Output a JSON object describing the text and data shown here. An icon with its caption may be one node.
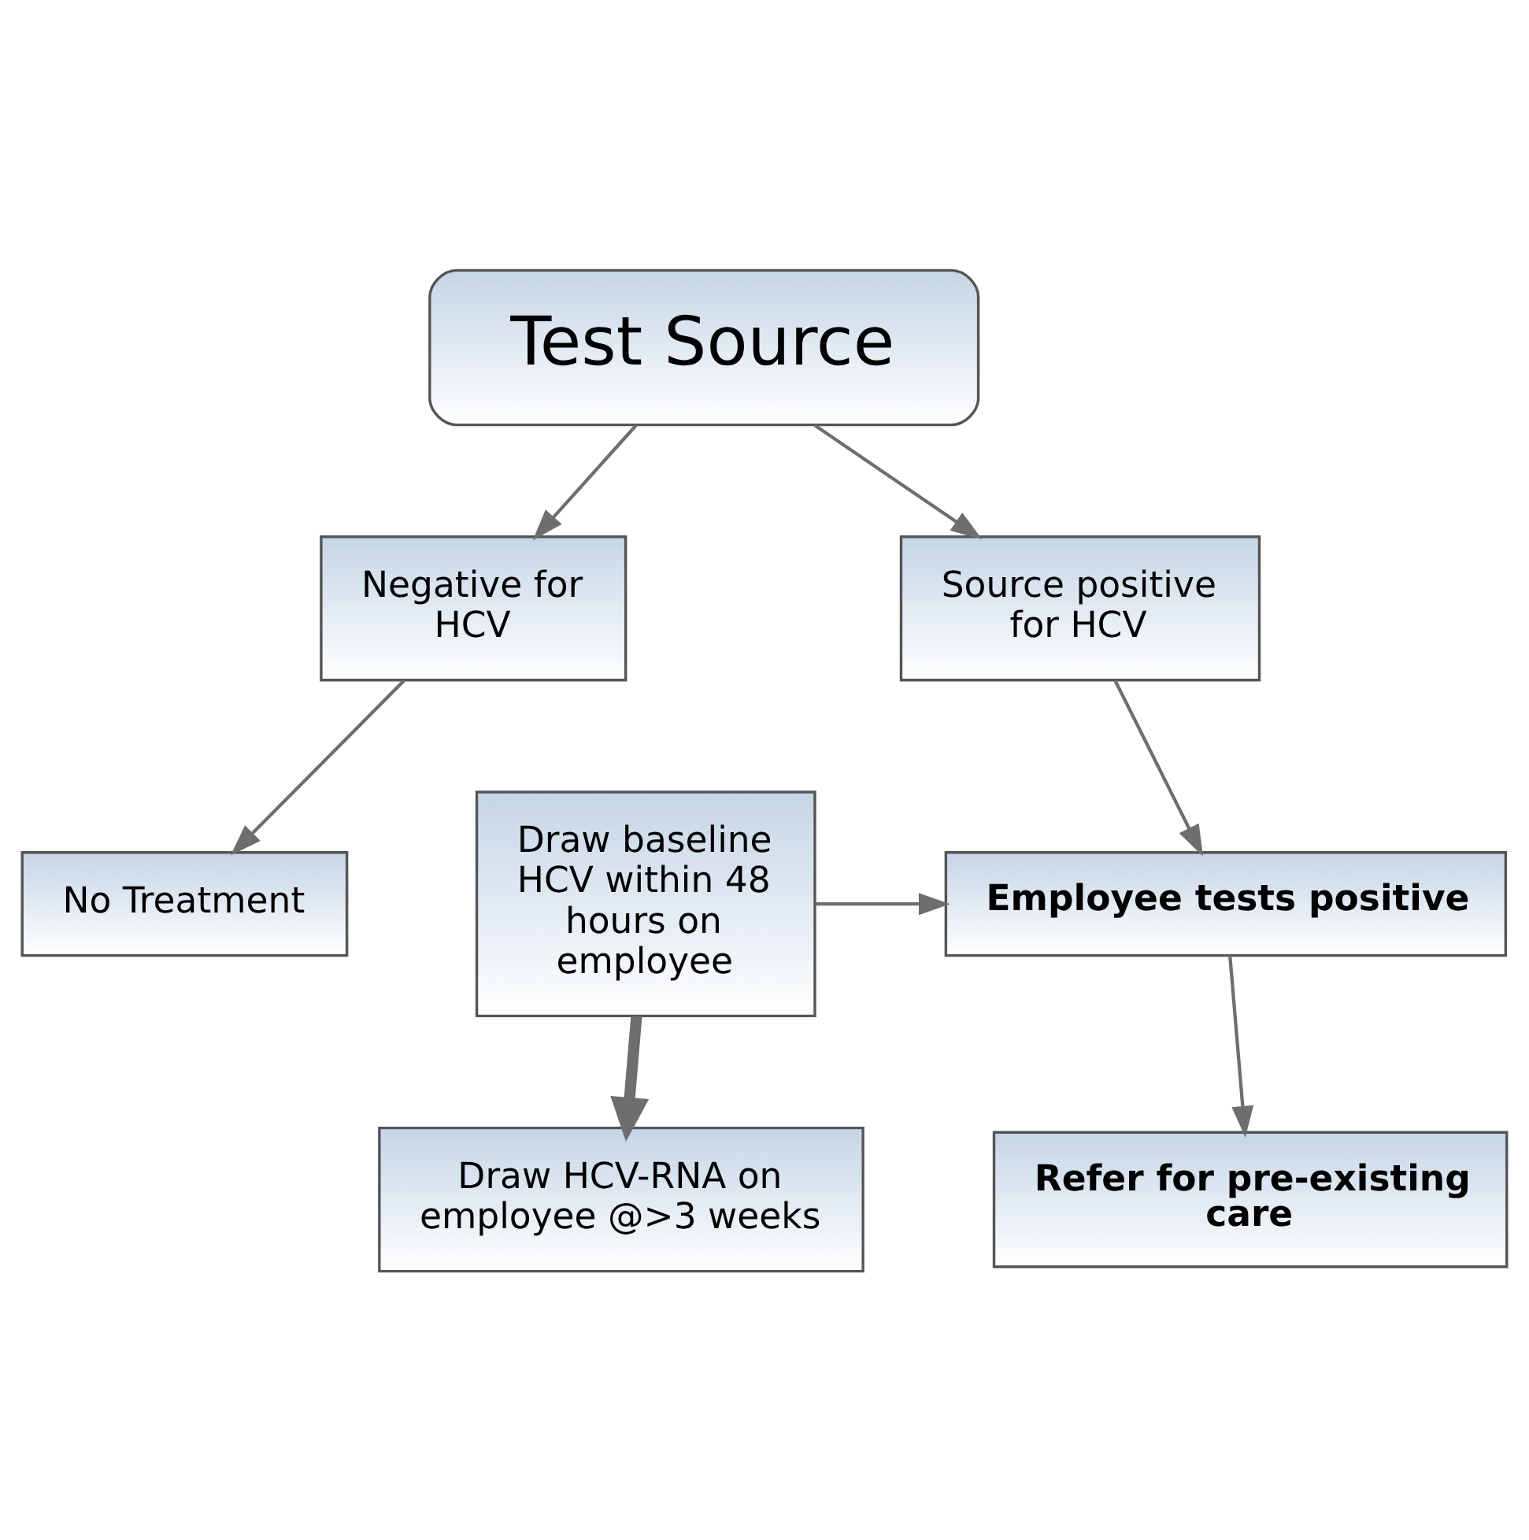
{
  "diagram": {
    "nodes": [
      {
        "text": [
          "Test Source"
        ]
      },
      {
        "text": [
          "Negative for HCV"
        ]
      },
      {
        "text": [
          "Source positive for HCV"
        ]
      },
      {
        "text": [
          "No Treatment"
        ]
      },
      {
        "text": [
          "Draw baseline HCV within 48 hours on employee"
        ]
      },
      {
        "text": [
          "Employee tests positive"
        ]
      },
      {
        "text": [
          "Draw HCV-RNA on employee @>3 weeks"
        ]
      },
      {
        "text": [
          "Refer for pre-existing care"
        ]
      }
    ],
    "edges": [
      {
        "from": 0,
        "to": 1,
        "arrow": "to"
      },
      {
        "from": 0,
        "to": 2,
        "arrow": "to"
      },
      {
        "from": 1,
        "to": 3,
        "arrow": "to"
      },
      {
        "from": 2,
        "to": 5,
        "arrow": "to"
      },
      {
        "from": 4,
        "to": 5,
        "arrow": "to"
      },
      {
        "from": 4,
        "to": 6,
        "arrow": "to",
        "style": "thick"
      },
      {
        "from": 5,
        "to": 7,
        "arrow": "to"
      }
    ]
  }
}
